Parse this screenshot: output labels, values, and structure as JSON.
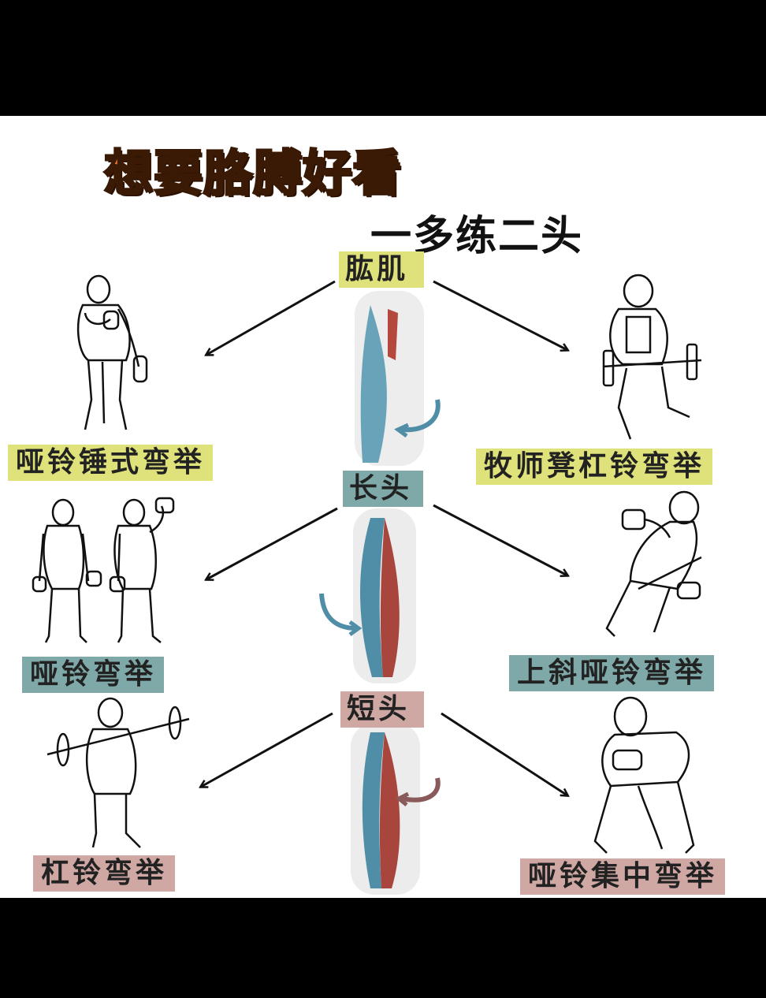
{
  "title": "想要胳膊好看",
  "subtitle": "一多练二头",
  "center_labels": {
    "top": "肱肌",
    "middle": "长头",
    "bottom": "短头"
  },
  "exercises": {
    "left_top": "哑铃锤式弯举",
    "right_top": "牧师凳杠铃弯举",
    "left_middle": "哑铃弯举",
    "right_middle": "上斜哑铃弯举",
    "left_bottom": "杠铃弯举",
    "right_bottom": "哑铃集中弯举"
  },
  "colors": {
    "title": "#f07a2a",
    "brachialis_label": "#dfe17a",
    "long_head_label": "#7fa9a8",
    "short_head_label": "#cfa7a3",
    "muscle_blue": "#4f8ea6",
    "muscle_red": "#a8453c"
  }
}
